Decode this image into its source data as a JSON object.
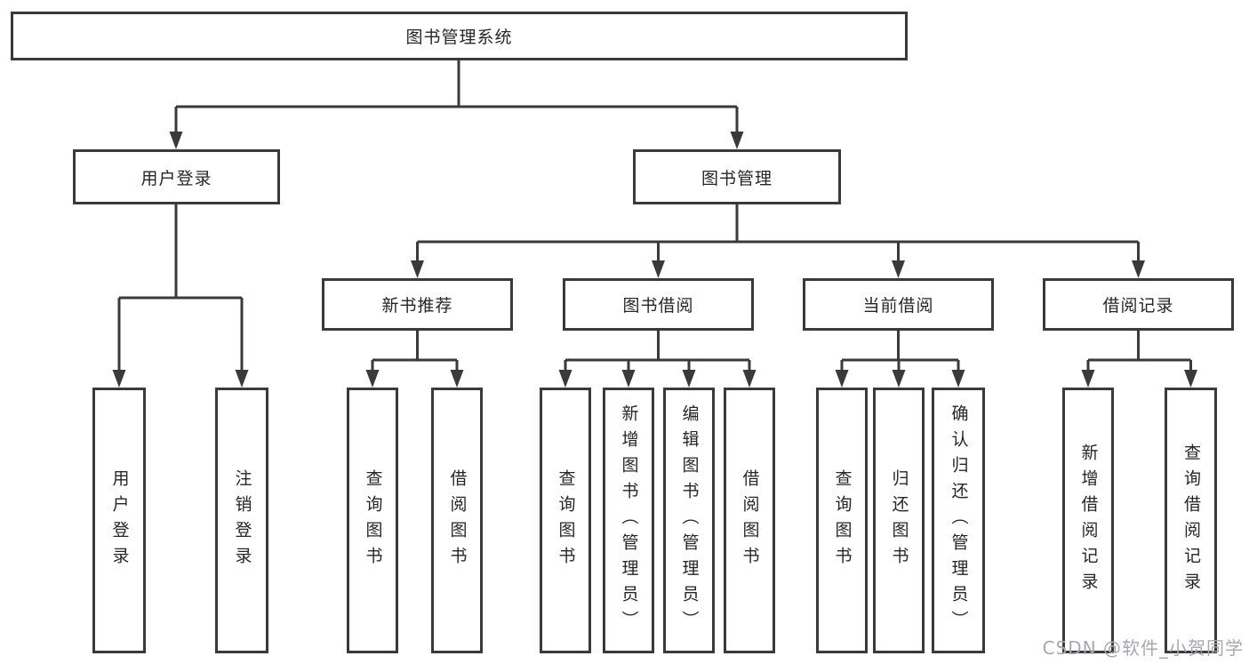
{
  "diagram_title": "图书管理系统",
  "colors": {
    "line": "#3a3a3a",
    "text": "#262626",
    "background": "#ffffff",
    "watermark": "#a7a7b0"
  },
  "watermark": {
    "text": "CSDN @软件_小贺同学"
  },
  "tree": {
    "label": "图书管理系统",
    "children": [
      {
        "label": "用户登录",
        "children": [
          {
            "label": "用户登录"
          },
          {
            "label": "注销登录"
          }
        ]
      },
      {
        "label": "图书管理",
        "children": [
          {
            "label": "新书推荐",
            "children": [
              {
                "label": "查询图书"
              },
              {
                "label": "借阅图书"
              }
            ]
          },
          {
            "label": "图书借阅",
            "children": [
              {
                "label": "查询图书"
              },
              {
                "label": "新增图书（管理员）"
              },
              {
                "label": "编辑图书（管理员）"
              },
              {
                "label": "借阅图书"
              }
            ]
          },
          {
            "label": "当前借阅",
            "children": [
              {
                "label": "查询图书"
              },
              {
                "label": "归还图书"
              },
              {
                "label": "确认归还（管理员）"
              }
            ]
          },
          {
            "label": "借阅记录",
            "children": [
              {
                "label": "新增借阅记录"
              },
              {
                "label": "查询借阅记录"
              }
            ]
          }
        ]
      }
    ]
  }
}
